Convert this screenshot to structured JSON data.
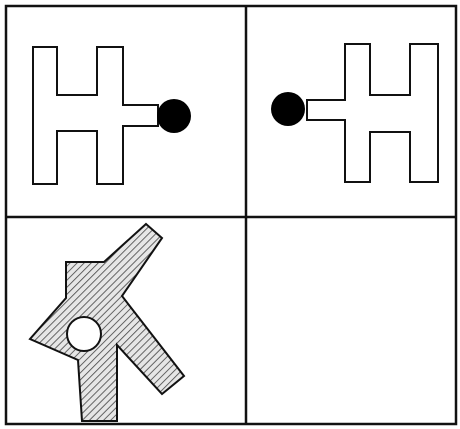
{
  "puzzle": {
    "rows": 2,
    "cols": 2,
    "colors": {
      "line": "#111111",
      "fill": "#ffffff",
      "dot": "#000000",
      "hatch": "#444444",
      "hatch_bg": "#e6e6e6"
    },
    "cells": [
      {
        "name": "cell-top-left",
        "content": "h-shape-with-dot-right"
      },
      {
        "name": "cell-top-right",
        "content": "h-shape-with-dot-left"
      },
      {
        "name": "cell-bottom-left",
        "content": "hatched-polygon-with-hole"
      },
      {
        "name": "cell-bottom-right",
        "content": "empty-answer-cell"
      }
    ]
  }
}
